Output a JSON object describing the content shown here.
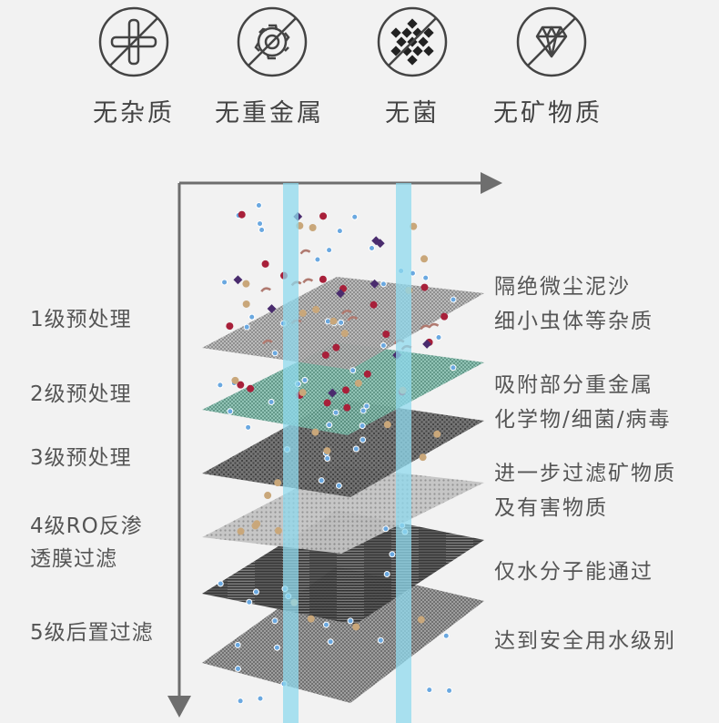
{
  "features": [
    {
      "icon": "no-plus-icon",
      "label": "无杂质"
    },
    {
      "icon": "no-gear-icon",
      "label": "无重金属"
    },
    {
      "icon": "no-checker-icon",
      "label": "无菌"
    },
    {
      "icon": "no-diamond-icon",
      "label": "无矿物质"
    }
  ],
  "stages": [
    {
      "label": "1级预处理"
    },
    {
      "label": "2级预处理"
    },
    {
      "label": "3级预处理"
    },
    {
      "label": "4级RO反渗",
      "label2": "透膜过滤"
    },
    {
      "label": "5级后置过滤"
    }
  ],
  "descriptions": [
    {
      "line1": "隔绝微尘泥沙",
      "line2": "细小虫体等杂质"
    },
    {
      "line1": "吸附部分重金属",
      "line2": "化学物/细菌/病毒"
    },
    {
      "line1": "进一步过滤矿物质",
      "line2": "及有害物质"
    },
    {
      "line1": "仅水分子能通过"
    },
    {
      "line1": "达到安全用水级别"
    }
  ],
  "colors": {
    "background": "#f2f2f2",
    "text": "#555555",
    "arrow": "#6e6e6e",
    "water_beam": "#8fd9ee",
    "layer_green": "#6faa9a"
  }
}
